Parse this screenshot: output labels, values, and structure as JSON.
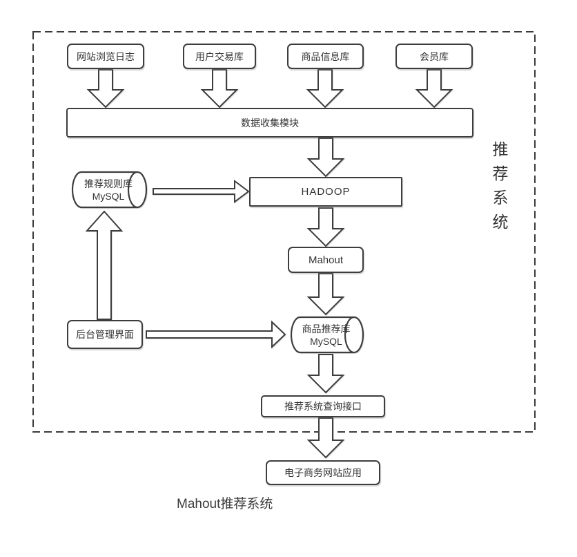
{
  "diagram": {
    "sources": [
      {
        "label": "网站浏览日志"
      },
      {
        "label": "用户交易库"
      },
      {
        "label": "商品信息库"
      },
      {
        "label": "会员库"
      }
    ],
    "collector": {
      "label": "数据收集模块"
    },
    "rules_db": {
      "line1": "推荐规则库",
      "line2": "MySQL"
    },
    "hadoop": {
      "label": "HADOOP"
    },
    "mahout": {
      "label": "Mahout"
    },
    "product_db": {
      "line1": "商品推荐库",
      "line2": "MySQL"
    },
    "admin": {
      "label": "后台管理界面"
    },
    "query_api": {
      "label": "推荐系统查询接口"
    },
    "web_app": {
      "label": "电子商务网站应用"
    },
    "side_label": "推荐系统",
    "caption": "Mahout推荐系统"
  },
  "colors": {
    "stroke": "#3d3d3d",
    "text": "#333333",
    "background": "#ffffff"
  }
}
